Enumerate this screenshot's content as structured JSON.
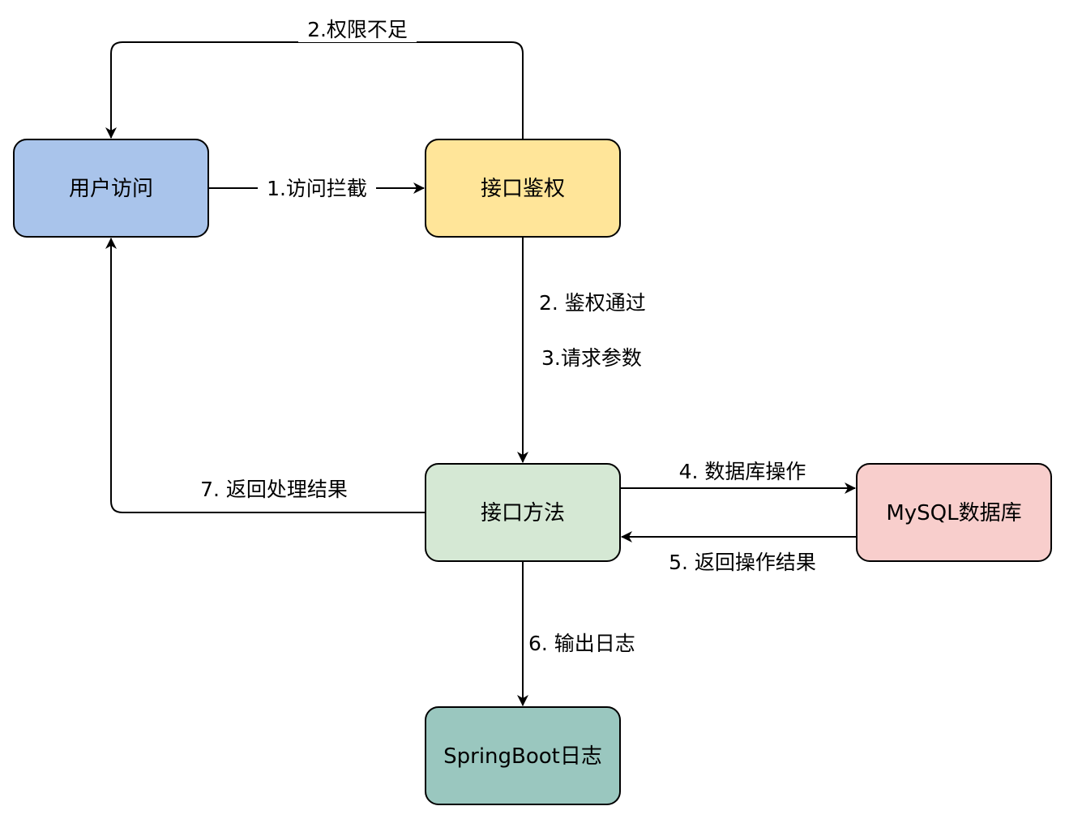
{
  "nodes": {
    "user_access": {
      "label": "用户访问",
      "fill": "#a9c4eb"
    },
    "api_auth": {
      "label": "接口鉴权",
      "fill": "#ffe599"
    },
    "api_method": {
      "label": "接口方法",
      "fill": "#d5e8d4"
    },
    "mysql_db": {
      "label": "MySQL数据库",
      "fill": "#f8cecc"
    },
    "springboot_log": {
      "label": "SpringBoot日志",
      "fill": "#9ac7bf"
    }
  },
  "edges": {
    "access_intercept": {
      "label": "1.访问拦截"
    },
    "permission_denied": {
      "label": "2.权限不足"
    },
    "auth_passed": {
      "label": "2. 鉴权通过"
    },
    "request_params": {
      "label": "3.请求参数"
    },
    "db_operation": {
      "label": "4. 数据库操作"
    },
    "return_op_result": {
      "label": "5. 返回操作结果"
    },
    "output_log": {
      "label": "6. 输出日志"
    },
    "return_result": {
      "label": "7. 返回处理结果"
    }
  }
}
